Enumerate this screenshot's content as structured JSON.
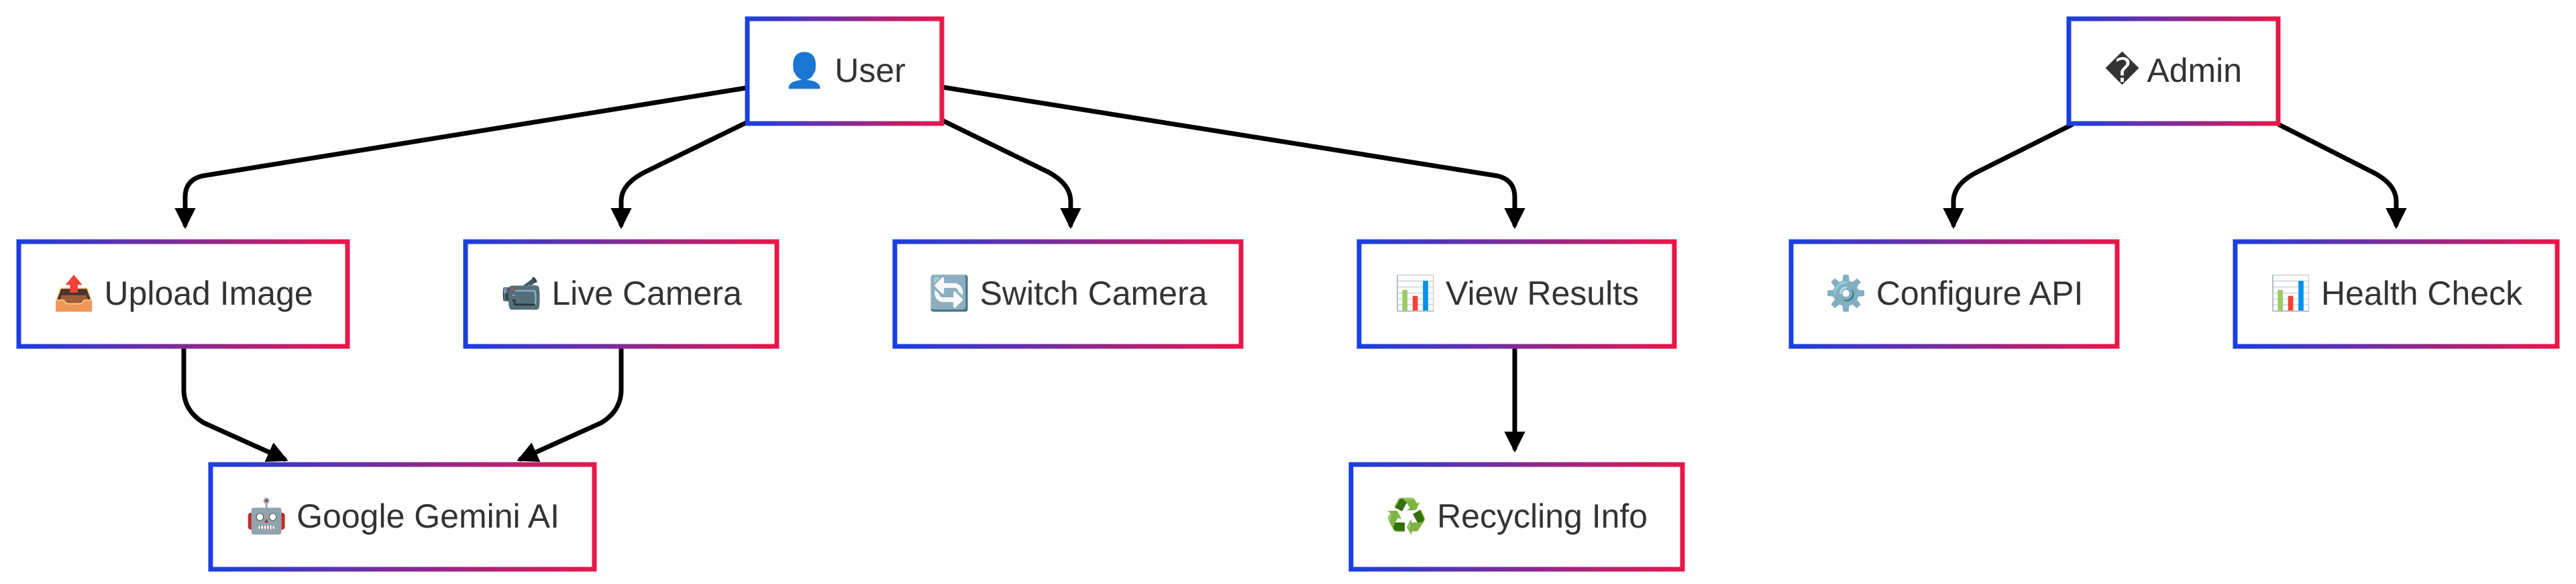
{
  "diagram": {
    "nodes": {
      "user": {
        "icon": "👤",
        "label": "User"
      },
      "admin": {
        "icon": "�",
        "label": "Admin"
      },
      "upload": {
        "icon": "📤",
        "label": "Upload Image"
      },
      "camera": {
        "icon": "📹",
        "label": "Live Camera"
      },
      "switch": {
        "icon": "🔄",
        "label": "Switch Camera"
      },
      "results": {
        "icon": "📊",
        "label": "View Results"
      },
      "api": {
        "icon": "⚙️",
        "label": "Configure API"
      },
      "health": {
        "icon": "📊",
        "label": "Health Check"
      },
      "gemini": {
        "icon": "🤖",
        "label": "Google Gemini AI"
      },
      "recycle": {
        "icon": "♻️",
        "label": "Recycling Info"
      }
    },
    "edges": [
      {
        "from": "User",
        "to": "Upload Image"
      },
      {
        "from": "User",
        "to": "Live Camera"
      },
      {
        "from": "User",
        "to": "Switch Camera"
      },
      {
        "from": "User",
        "to": "View Results"
      },
      {
        "from": "Admin",
        "to": "Configure API"
      },
      {
        "from": "Admin",
        "to": "Health Check"
      },
      {
        "from": "Upload Image",
        "to": "Google Gemini AI"
      },
      {
        "from": "Live Camera",
        "to": "Google Gemini AI"
      },
      {
        "from": "View Results",
        "to": "Recycling Info"
      }
    ],
    "colors": {
      "border_start": "#1a3fe0",
      "border_end": "#e8174a",
      "edge": "#000000",
      "text": "#333333"
    }
  }
}
